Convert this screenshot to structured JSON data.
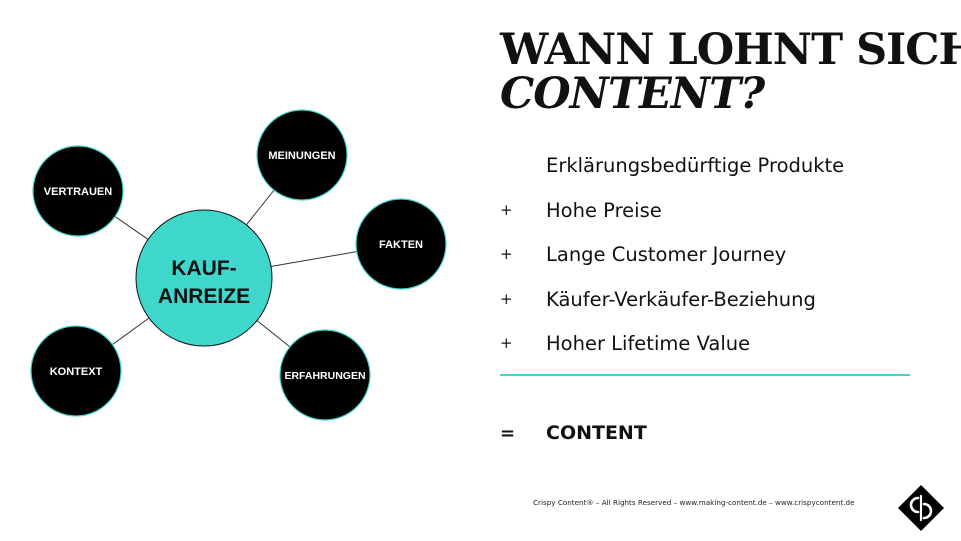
{
  "diagram": {
    "center": {
      "line1": "KAUF-",
      "line2": "ANREIZE"
    },
    "nodes": [
      "VERTRAUEN",
      "MEINUNGEN",
      "FAKTEN",
      "KONTEXT",
      "ERFAHRUNGEN"
    ]
  },
  "title": {
    "line1": "WANN LOHNT SICH",
    "line2": "CONTENT?"
  },
  "list": {
    "items": [
      {
        "symbol": "",
        "text": "Erklärungsbedürftige Produkte"
      },
      {
        "symbol": "+",
        "text": "Hohe Preise"
      },
      {
        "symbol": "+",
        "text": "Lange Customer Journey"
      },
      {
        "symbol": "+",
        "text": "Käufer-Verkäufer-Beziehung"
      },
      {
        "symbol": "+",
        "text": "Hoher Lifetime Value"
      }
    ]
  },
  "result": {
    "symbol": "=",
    "text": "CONTENT"
  },
  "footer": {
    "text": "Crispy Content® – All Rights Reserved – www.making-content.de – www.crispycontent.de"
  },
  "colors": {
    "accent": "#3fd6cc",
    "node_fill": "#000000",
    "text": "#111111"
  },
  "icons": {
    "logo": "crispy-content-logo-icon"
  }
}
